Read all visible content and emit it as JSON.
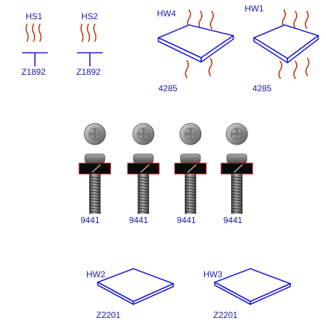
{
  "components": {
    "hs1": {
      "ref": "HS1",
      "value": "Z1892"
    },
    "hs2": {
      "ref": "HS2",
      "value": "Z1892"
    },
    "hw4": {
      "ref": "HW4",
      "value": "4285"
    },
    "hw1": {
      "ref": "HW1",
      "value": "4285"
    },
    "screws": [
      {
        "value": "9441"
      },
      {
        "value": "9441"
      },
      {
        "value": "9441"
      },
      {
        "value": "9441"
      }
    ],
    "hw2": {
      "ref": "HW2",
      "value": "Z2201"
    },
    "hw3": {
      "ref": "HW3",
      "value": "Z2201"
    }
  },
  "colors": {
    "text": "#1a1aa8",
    "outline": "#1c1cd6",
    "heat_waves": "#c03a10",
    "washer_band": "#cc0000"
  }
}
